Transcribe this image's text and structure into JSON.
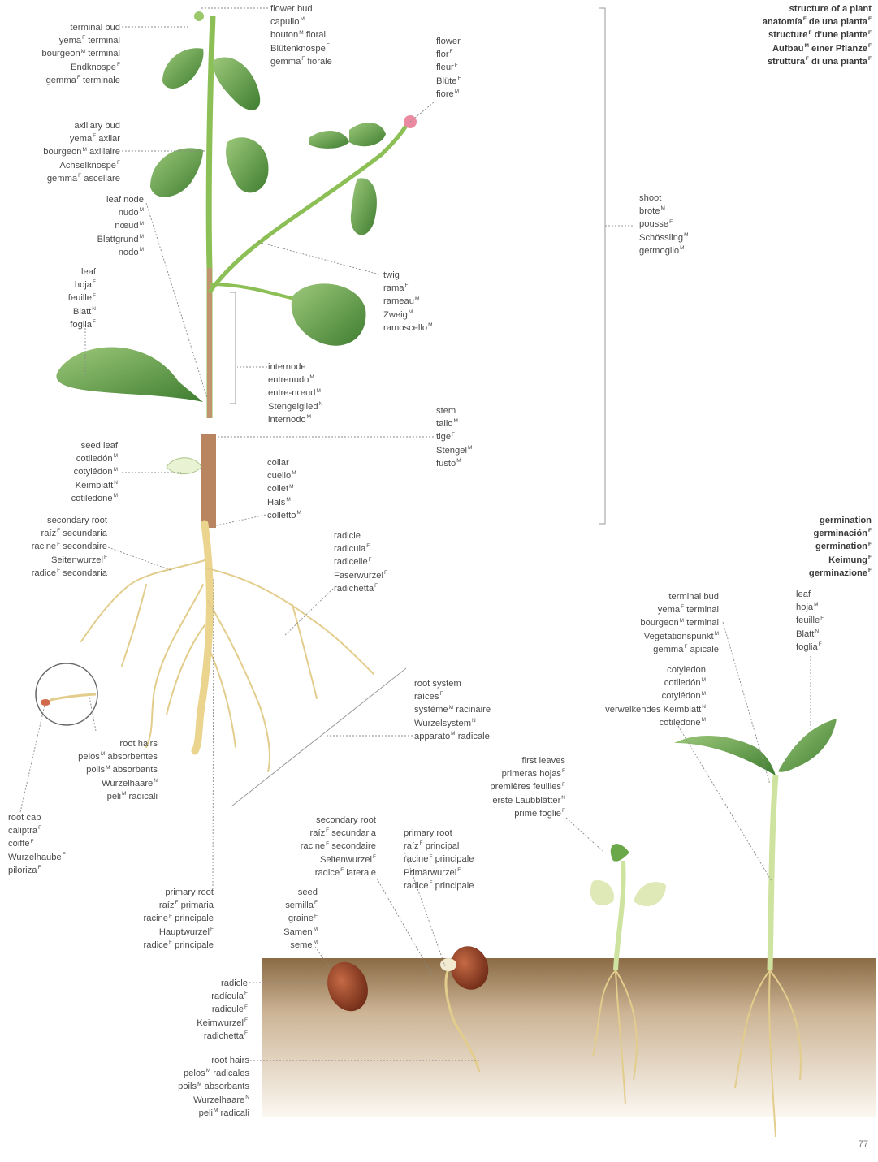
{
  "title": {
    "id": "title",
    "lines": [
      {
        "t": "structure of a plant"
      },
      {
        "t": "anatomía",
        "g": "F",
        "t2": " de una planta",
        "g2": "F"
      },
      {
        "t": "structure",
        "g": "F",
        "t2": " d'une plante",
        "g2": "F"
      },
      {
        "t": "Aufbau",
        "g": "M",
        "t2": " einer Pflanze",
        "g2": "F"
      },
      {
        "t": "struttura",
        "g": "F",
        "t2": " di una pianta",
        "g2": "F"
      }
    ]
  },
  "germination_title": {
    "id": "germination-title",
    "lines": [
      {
        "t": "germination"
      },
      {
        "t": "germinación",
        "g": "F"
      },
      {
        "t": "germination",
        "g": "F"
      },
      {
        "t": "Keimung",
        "g": "F"
      },
      {
        "t": "germinazione",
        "g": "F"
      }
    ]
  },
  "labels": [
    {
      "id": "terminal-bud",
      "lines": [
        {
          "t": "terminal bud"
        },
        {
          "t": "yema",
          "g": "F",
          "t2": " terminal"
        },
        {
          "t": "bourgeon",
          "g": "M",
          "t2": " terminal"
        },
        {
          "t": "Endknospe",
          "g": "F"
        },
        {
          "t": "gemma",
          "g": "F",
          "t2": " terminale"
        }
      ]
    },
    {
      "id": "flower-bud",
      "lines": [
        {
          "t": "flower bud"
        },
        {
          "t": "capullo",
          "g": "M"
        },
        {
          "t": "bouton",
          "g": "M",
          "t2": " floral"
        },
        {
          "t": "Blütenknospe",
          "g": "F"
        },
        {
          "t": "gemma",
          "g": "F",
          "t2": " fiorale"
        }
      ]
    },
    {
      "id": "flower",
      "lines": [
        {
          "t": "flower"
        },
        {
          "t": "flor",
          "g": "F"
        },
        {
          "t": "fleur",
          "g": "F"
        },
        {
          "t": "Blüte",
          "g": "F"
        },
        {
          "t": "fiore",
          "g": "M"
        }
      ]
    },
    {
      "id": "axillary-bud",
      "lines": [
        {
          "t": "axillary bud"
        },
        {
          "t": "yema",
          "g": "F",
          "t2": " axilar"
        },
        {
          "t": "bourgeon",
          "g": "M",
          "t2": " axillaire"
        },
        {
          "t": "Achselknospe",
          "g": "F"
        },
        {
          "t": "gemma",
          "g": "F",
          "t2": " ascellare"
        }
      ]
    },
    {
      "id": "leaf-node",
      "lines": [
        {
          "t": "leaf node"
        },
        {
          "t": "nudo",
          "g": "M"
        },
        {
          "t": "nœud",
          "g": "M"
        },
        {
          "t": "Blattgrund",
          "g": "M"
        },
        {
          "t": "nodo",
          "g": "M"
        }
      ]
    },
    {
      "id": "shoot",
      "lines": [
        {
          "t": "shoot"
        },
        {
          "t": "brote",
          "g": "M"
        },
        {
          "t": "pousse",
          "g": "F"
        },
        {
          "t": "Schössling",
          "g": "M"
        },
        {
          "t": "germoglio",
          "g": "M"
        }
      ]
    },
    {
      "id": "leaf",
      "lines": [
        {
          "t": "leaf"
        },
        {
          "t": "hoja",
          "g": "F"
        },
        {
          "t": "feuille",
          "g": "F"
        },
        {
          "t": "Blatt",
          "g": "N"
        },
        {
          "t": "foglia",
          "g": "F"
        }
      ]
    },
    {
      "id": "twig",
      "lines": [
        {
          "t": "twig"
        },
        {
          "t": "rama",
          "g": "F"
        },
        {
          "t": "rameau",
          "g": "M"
        },
        {
          "t": "Zweig",
          "g": "M"
        },
        {
          "t": "ramoscello",
          "g": "M"
        }
      ]
    },
    {
      "id": "internode",
      "lines": [
        {
          "t": "internode"
        },
        {
          "t": "entrenudo",
          "g": "M"
        },
        {
          "t": "entre-nœud",
          "g": "M"
        },
        {
          "t": "Stengelglied",
          "g": "N"
        },
        {
          "t": "internodo",
          "g": "M"
        }
      ]
    },
    {
      "id": "stem",
      "lines": [
        {
          "t": "stem"
        },
        {
          "t": "tallo",
          "g": "M"
        },
        {
          "t": "tige",
          "g": "F"
        },
        {
          "t": "Stengel",
          "g": "M"
        },
        {
          "t": "fusto",
          "g": "M"
        }
      ]
    },
    {
      "id": "seed-leaf",
      "lines": [
        {
          "t": "seed leaf"
        },
        {
          "t": "cotiledón",
          "g": "M"
        },
        {
          "t": "cotylédon",
          "g": "M"
        },
        {
          "t": "Keimblatt",
          "g": "N"
        },
        {
          "t": "cotiledone",
          "g": "M"
        }
      ]
    },
    {
      "id": "collar",
      "lines": [
        {
          "t": "collar"
        },
        {
          "t": "cuello",
          "g": "M"
        },
        {
          "t": "collet",
          "g": "M"
        },
        {
          "t": "Hals",
          "g": "M"
        },
        {
          "t": "colletto",
          "g": "M"
        }
      ]
    },
    {
      "id": "secondary-root",
      "lines": [
        {
          "t": "secondary root"
        },
        {
          "t": "raíz",
          "g": "F",
          "t2": " secundaria"
        },
        {
          "t": "racine",
          "g": "F",
          "t2": " secondaire"
        },
        {
          "t": "Seitenwurzel",
          "g": "F"
        },
        {
          "t": "radice",
          "g": "F",
          "t2": " secondaria"
        }
      ]
    },
    {
      "id": "radicle-top",
      "lines": [
        {
          "t": "radicle"
        },
        {
          "t": "radicula",
          "g": "F"
        },
        {
          "t": "radicelle",
          "g": "F"
        },
        {
          "t": "Faserwurzel",
          "g": "F"
        },
        {
          "t": "radichetta",
          "g": "F"
        }
      ]
    },
    {
      "id": "terminal-bud-g",
      "lines": [
        {
          "t": "terminal bud"
        },
        {
          "t": "yema",
          "g": "F",
          "t2": " terminal"
        },
        {
          "t": "bourgeon",
          "g": "M",
          "t2": " terminal"
        },
        {
          "t": "Vegetationspunkt",
          "g": "M"
        },
        {
          "t": "gemma",
          "g": "F",
          "t2": " apicale"
        }
      ]
    },
    {
      "id": "leaf-g",
      "lines": [
        {
          "t": "leaf"
        },
        {
          "t": "hoja",
          "g": "M"
        },
        {
          "t": "feuille",
          "g": "F"
        },
        {
          "t": "Blatt",
          "g": "N"
        },
        {
          "t": "foglia",
          "g": "F"
        }
      ]
    },
    {
      "id": "cotyledon",
      "lines": [
        {
          "t": "cotyledon"
        },
        {
          "t": "cotiledón",
          "g": "M"
        },
        {
          "t": "cotylédon",
          "g": "M"
        },
        {
          "t": "verwelkendes Keimblatt",
          "g": "N"
        },
        {
          "t": "cotiledone",
          "g": "M"
        }
      ]
    },
    {
      "id": "root-system",
      "lines": [
        {
          "t": "root system"
        },
        {
          "t": "raíces",
          "g": "F"
        },
        {
          "t": "système",
          "g": "M",
          "t2": " racinaire"
        },
        {
          "t": "Wurzelsystem",
          "g": "N"
        },
        {
          "t": "apparato",
          "g": "M",
          "t2": " radicale"
        }
      ]
    },
    {
      "id": "root-hairs",
      "lines": [
        {
          "t": "root hairs"
        },
        {
          "t": "pelos",
          "g": "M",
          "t2": " absorbentes"
        },
        {
          "t": "poils",
          "g": "M",
          "t2": " absorbants"
        },
        {
          "t": "Wurzelhaare",
          "g": "N"
        },
        {
          "t": "peli",
          "g": "M",
          "t2": " radicali"
        }
      ]
    },
    {
      "id": "first-leaves",
      "lines": [
        {
          "t": "first leaves"
        },
        {
          "t": "primeras hojas",
          "g": "F"
        },
        {
          "t": "premières feuilles",
          "g": "F"
        },
        {
          "t": "erste Laubblätter",
          "g": "N"
        },
        {
          "t": "prime foglie",
          "g": "F"
        }
      ]
    },
    {
      "id": "root-cap",
      "lines": [
        {
          "t": "root cap"
        },
        {
          "t": "caliptra",
          "g": "F"
        },
        {
          "t": "coiffe",
          "g": "F"
        },
        {
          "t": "Wurzelhaube",
          "g": "F"
        },
        {
          "t": "piloriza",
          "g": "F"
        }
      ]
    },
    {
      "id": "secondary-root-g",
      "lines": [
        {
          "t": "secondary root"
        },
        {
          "t": "raíz",
          "g": "F",
          "t2": " secundaria"
        },
        {
          "t": "racine",
          "g": "F",
          "t2": " secondaire"
        },
        {
          "t": "Seitenwurzel",
          "g": "F"
        },
        {
          "t": "radice",
          "g": "F",
          "t2": " laterale"
        }
      ]
    },
    {
      "id": "primary-root-g",
      "lines": [
        {
          "t": "primary root"
        },
        {
          "t": "raíz",
          "g": "F",
          "t2": " principal"
        },
        {
          "t": "racine",
          "g": "F",
          "t2": " principale"
        },
        {
          "t": "Primärwurzel",
          "g": "F"
        },
        {
          "t": "radice",
          "g": "F",
          "t2": " principale"
        }
      ]
    },
    {
      "id": "primary-root",
      "lines": [
        {
          "t": "primary root"
        },
        {
          "t": "raíz",
          "g": "F",
          "t2": " primaria"
        },
        {
          "t": "racine",
          "g": "F",
          "t2": " principale"
        },
        {
          "t": "Hauptwurzel",
          "g": "F"
        },
        {
          "t": "radice",
          "g": "F",
          "t2": " principale"
        }
      ]
    },
    {
      "id": "seed",
      "lines": [
        {
          "t": "seed"
        },
        {
          "t": "semilla",
          "g": "F"
        },
        {
          "t": "graine",
          "g": "F"
        },
        {
          "t": "Samen",
          "g": "M"
        },
        {
          "t": "seme",
          "g": "M"
        }
      ]
    },
    {
      "id": "radicle-g",
      "lines": [
        {
          "t": "radicle"
        },
        {
          "t": "radícula",
          "g": "F"
        },
        {
          "t": "radicule",
          "g": "F"
        },
        {
          "t": "Keimwurzel",
          "g": "F"
        },
        {
          "t": "radichetta",
          "g": "F"
        }
      ]
    },
    {
      "id": "root-hairs-g",
      "lines": [
        {
          "t": "root hairs"
        },
        {
          "t": "pelos",
          "g": "M",
          "t2": " radicales"
        },
        {
          "t": "poils",
          "g": "M",
          "t2": " absorbants"
        },
        {
          "t": "Wurzelhaare",
          "g": "N"
        },
        {
          "t": "peli",
          "g": "M",
          "t2": " radicali"
        }
      ]
    }
  ],
  "page_number": "77",
  "colors": {
    "leaf_dark": "#4d8a3a",
    "leaf_light": "#9cc87a",
    "stem_green": "#8cbf55",
    "stem_brown": "#b5805a",
    "root": "#e8d08a",
    "soil_top": "#8a6b45",
    "soil_bottom": "#f4ece0",
    "seed": "#8a3a22",
    "flower": "#e98aa0",
    "leader": "#8a8a8a"
  }
}
